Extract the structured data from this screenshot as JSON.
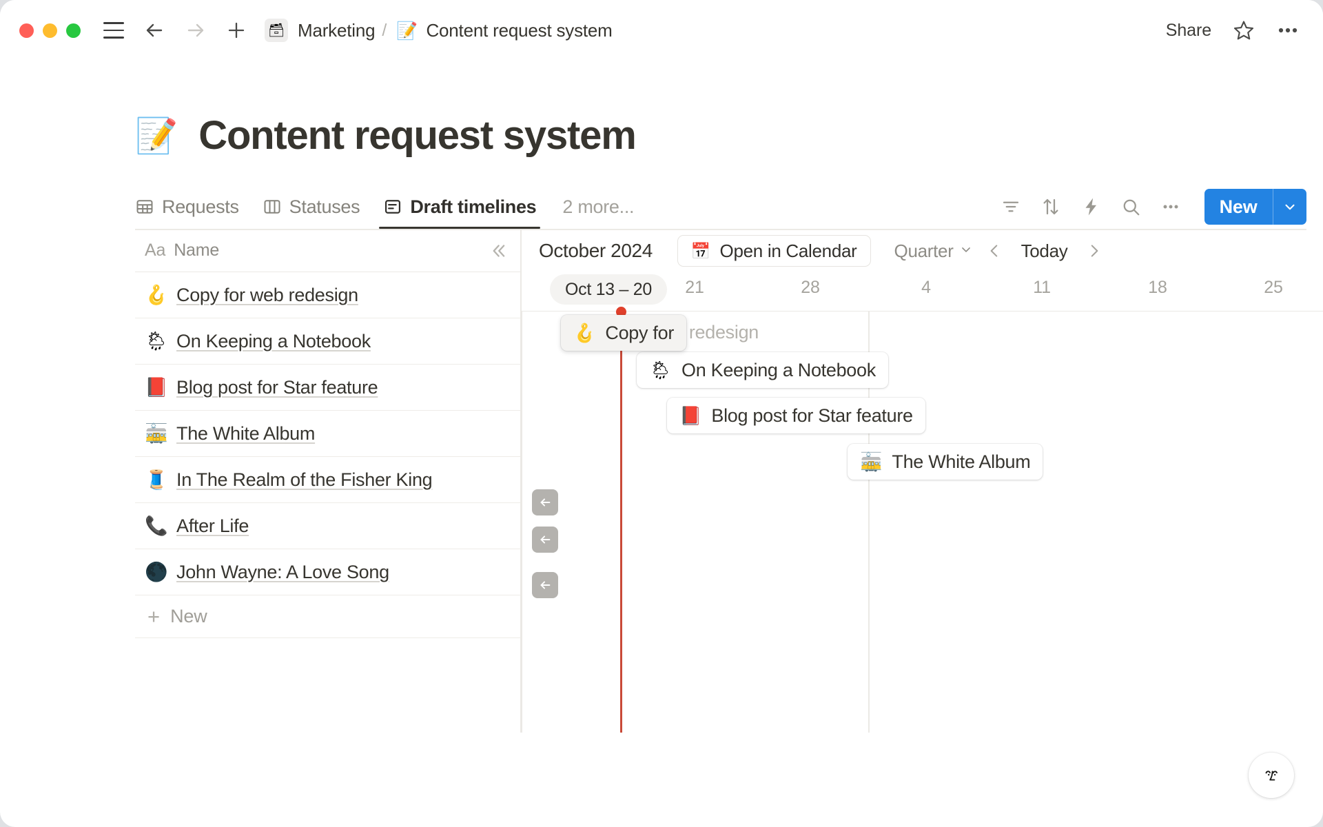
{
  "window": {
    "traffic_lights": [
      "close",
      "minimize",
      "maximize"
    ],
    "colors": {
      "close": "#ff5f57",
      "minimize": "#febc2e",
      "maximize": "#28c840",
      "accent": "#2383e2",
      "today_line": "#c94a38",
      "today_dot": "#e0402b",
      "text": "#37352f",
      "muted": "#8e8c86"
    }
  },
  "topbar": {
    "sidebar_toggle": "sidebar-toggle-icon",
    "back": "back-arrow-icon",
    "forward": "forward-arrow-icon",
    "new_page": "plus-icon",
    "breadcrumb": {
      "workspace_icon": "🗃",
      "workspace": "Marketing",
      "separator": "/",
      "page_emoji": "📝",
      "page": "Content request system"
    },
    "share_label": "Share",
    "favorite": "star-icon",
    "more": "ellipsis-icon"
  },
  "page": {
    "emoji": "📝",
    "title": "Content request system"
  },
  "tabs": [
    {
      "label": "Requests",
      "icon": "table-view-icon",
      "active": false
    },
    {
      "label": "Statuses",
      "icon": "board-view-icon",
      "active": false
    },
    {
      "label": "Draft timelines",
      "icon": "timeline-view-icon",
      "active": true
    }
  ],
  "tabs_overflow_label": "2 more...",
  "view_toolbar": {
    "filter": "filter-icon",
    "sort": "sort-icon",
    "automations": "lightning-icon",
    "search": "search-icon",
    "more": "ellipsis-icon",
    "new_label": "New",
    "new_caret": "chevron-down-icon"
  },
  "name_panel": {
    "collapse_icon": "double-chevron-left-icon",
    "type_icon_label": "Aa",
    "column_header": "Name",
    "rows": [
      {
        "emoji": "🪝",
        "name": "Copy for web redesign"
      },
      {
        "emoji": "🌦",
        "name": "On Keeping a Notebook"
      },
      {
        "emoji": "📕",
        "name": "Blog post for Star feature"
      },
      {
        "emoji": "🚋",
        "name": "The White Album"
      },
      {
        "emoji": "🧵",
        "name": "In The Realm of the Fisher King"
      },
      {
        "emoji": "📞",
        "name": "After Life"
      },
      {
        "emoji": "🌑",
        "name": "John Wayne: A Love Song"
      }
    ],
    "new_row_label": "New",
    "new_row_icon": "plus-icon"
  },
  "timeline": {
    "month_label": "October 2024",
    "open_in_calendar": {
      "emoji": "📅",
      "label": "Open in Calendar"
    },
    "zoom_select": {
      "value": "Quarter",
      "caret": "chevron-down-icon"
    },
    "prev_icon": "chevron-left-icon",
    "today_label": "Today",
    "next_icon": "chevron-right-icon",
    "ruler": {
      "highlight_pill": "Oct 13 – 20",
      "ticks": [
        "21",
        "28",
        "4",
        "11",
        "18",
        "25"
      ]
    },
    "cards": [
      {
        "emoji": "🪝",
        "label": "Copy for",
        "dragging": true
      },
      {
        "emoji": "🌦",
        "label": "On Keeping a Notebook",
        "dragging": false
      },
      {
        "emoji": "📕",
        "label": "Blog post for Star feature",
        "dragging": false
      },
      {
        "emoji": "🚋",
        "label": "The White Album",
        "dragging": false
      }
    ],
    "ghost_label": "web redesign",
    "scroll_chips": [
      {
        "icon": "arrow-left-icon"
      },
      {
        "icon": "arrow-left-icon"
      },
      {
        "icon": "arrow-left-icon"
      }
    ]
  },
  "help_button": {
    "icon": "notion-help-face-icon"
  }
}
